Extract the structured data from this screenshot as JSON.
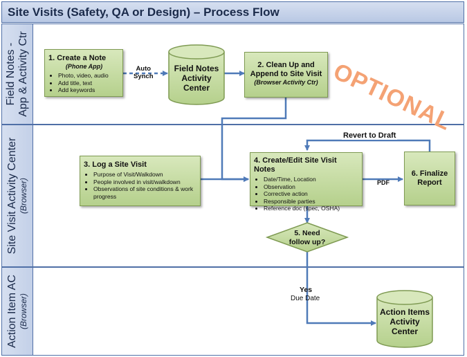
{
  "title": "Site Visits (Safety, QA or Design) – Process Flow",
  "lanes": [
    {
      "label_lines": [
        "Field Notes -",
        "App & Activity Ctr"
      ],
      "sub": ""
    },
    {
      "label_lines": [
        "Site Visit Activity Center"
      ],
      "sub": "(Browser)"
    },
    {
      "label_lines": [
        "Action Item AC"
      ],
      "sub": "(Browser)"
    }
  ],
  "optional_text": "OPTIONAL",
  "nodes": {
    "create_note": {
      "title": "1. Create a Note",
      "subtitle": "(Phone App)",
      "items": [
        "Photo, video, audio",
        "Add title, text",
        "Add keywords"
      ]
    },
    "field_notes_center": {
      "lines": [
        "Field Notes",
        "Activity",
        "Center"
      ]
    },
    "clean_up": {
      "title_lines": [
        "2.  Clean Up and",
        "Append to Site Visit"
      ],
      "subtitle": "(Browser Activity Ctr)"
    },
    "log_visit": {
      "title": "3. Log a Site Visit",
      "items": [
        "Purpose of Visit/Walkdown",
        "People involved in visit/walkdown",
        "Observations of site conditions & work progress"
      ]
    },
    "edit_notes": {
      "title": "4. Create/Edit Site Visit Notes",
      "items": [
        "Date/Time, Location",
        "Observation",
        "Corrective action",
        "Responsible parties",
        "Reference doc (spec, OSHA)"
      ]
    },
    "finalize": {
      "lines": [
        "6. Finalize",
        "Report"
      ]
    },
    "need_followup": {
      "lines": [
        "5. Need",
        "follow up?"
      ]
    },
    "action_items_center": {
      "lines": [
        "Action Items",
        "Activity",
        "Center"
      ]
    }
  },
  "edge_labels": {
    "auto_synch": [
      "Auto",
      "Synch"
    ],
    "revert": "Revert to Draft",
    "pdf": "PDF",
    "yes": "Yes",
    "due_date": "Due Date"
  },
  "colors": {
    "lane_border": "#4f6fa6",
    "box_fill": "#c5dca2",
    "box_border": "#7e9a52",
    "arrow": "#4f7ab8",
    "optional": "#f4a274"
  }
}
